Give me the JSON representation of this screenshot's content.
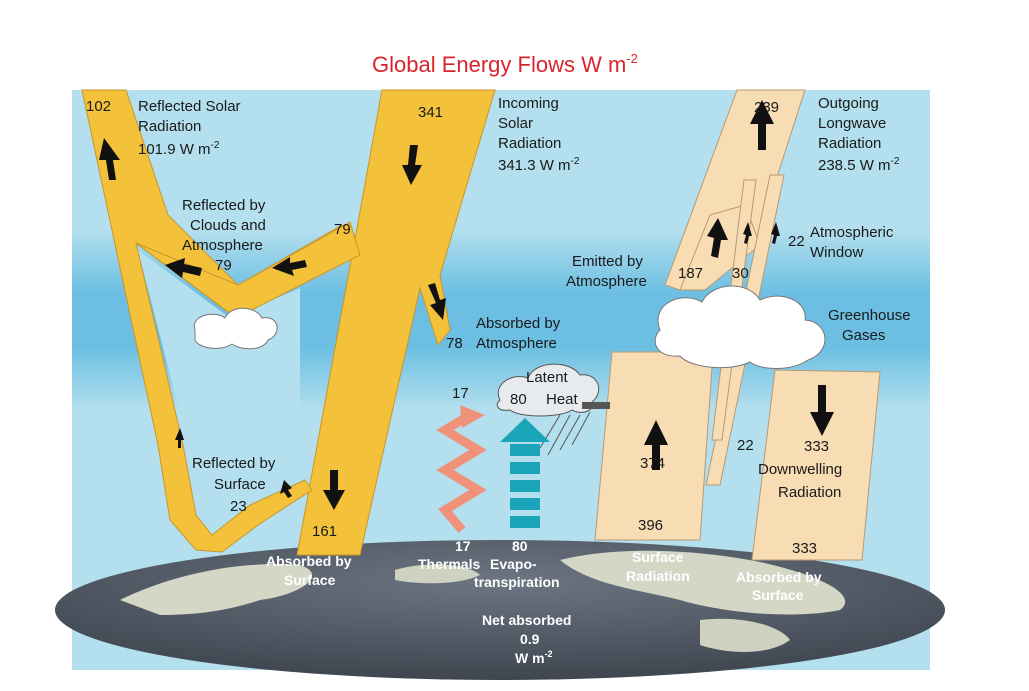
{
  "title": "Global Energy Flows W m",
  "title_superscript": "-2",
  "colors": {
    "sky": "#b4dfee",
    "band": "#5fb6dd",
    "solar": "#f3c13a",
    "longwave": "#f8dcb4",
    "title": "#d8242c",
    "earth_ocean": "#5b6470",
    "earth_land": "#d5d7c8",
    "latent_arrow": "#1aa5b8",
    "thermal": "#f0927a"
  },
  "labels": {
    "reflected_solar_value": "102",
    "reflected_solar_l1": "Reflected Solar",
    "reflected_solar_l2": "Radiation",
    "reflected_solar_l3": "101.9 W m",
    "reflected_solar_sup": "-2",
    "incoming_value": "341",
    "incoming_l1": "Incoming",
    "incoming_l2": "Solar",
    "incoming_l3": "Radiation",
    "incoming_l4": "341.3 W m",
    "incoming_sup": "-2",
    "outgoing_value": "239",
    "outgoing_l1": "Outgoing",
    "outgoing_l2": "Longwave",
    "outgoing_l3": "Radiation",
    "outgoing_l4": "238.5 W m",
    "outgoing_sup": "-2",
    "clouds_l1": "Reflected by",
    "clouds_l2": "Clouds and",
    "clouds_l3": "Atmosphere",
    "clouds_value": "79",
    "clouds_arm_value": "79",
    "absorbed_atm_value": "78",
    "absorbed_atm_l1": "Absorbed by",
    "absorbed_atm_l2": "Atmosphere",
    "emitted_l1": "Emitted by",
    "emitted_l2": "Atmosphere",
    "emitted_value": "187",
    "thirty_value": "30",
    "window_value": "22",
    "window_l1": "Atmospheric",
    "window_l2": "Window",
    "greenhouse_l1": "Greenhouse",
    "greenhouse_l2": "Gases",
    "latent_l1": "Latent",
    "latent_value": "80",
    "latent_l2": "Heat",
    "thermals_top_value": "17",
    "surface_refl_l1": "Reflected by",
    "surface_refl_l2": "Surface",
    "surface_refl_value": "23",
    "absorbed_surface_value": "161",
    "absorbed_surface_l1": "Absorbed by",
    "absorbed_surface_l2": "Surface",
    "surface_rad_value_up": "374",
    "surface_rad_value": "396",
    "surface_rad_l1": "Surface",
    "surface_rad_l2": "Radiation",
    "window_low_value": "22",
    "downwelling_value": "333",
    "downwelling_l1": "Downwelling",
    "downwelling_l2": "Radiation",
    "absorbed_back_value": "333",
    "absorbed_back_l1": "Absorbed by",
    "absorbed_back_l2": "Surface",
    "thermals_value": "17",
    "thermals_label": "Thermals",
    "evapo_value": "80",
    "evapo_l1": "Evapo-",
    "evapo_l2": "transpiration",
    "net_l1": "Net absorbed",
    "net_l2": "0.9",
    "net_l3": "W m",
    "net_sup": "-2"
  }
}
